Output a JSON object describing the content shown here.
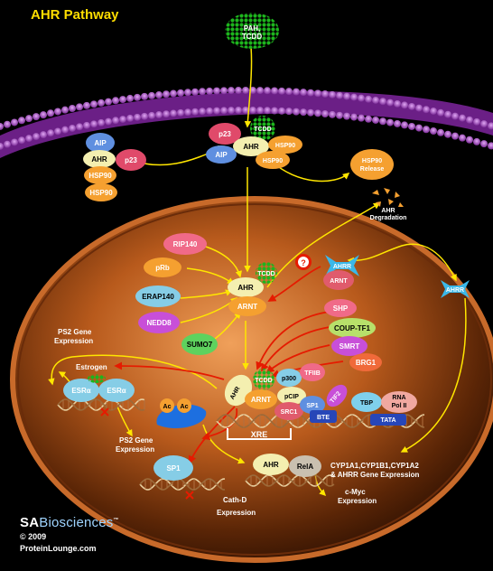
{
  "title": "AHR Pathway",
  "ligand": {
    "l1": "PAH,",
    "l2": "TCDD"
  },
  "cyto": {
    "aip": "AIP",
    "ahr": "AHR",
    "hsp90": "HSP90",
    "p23": "p23",
    "tcdd": "TCDD",
    "hsp90_release_1": "HSP90",
    "hsp90_release_2": "Release",
    "deg_1": "AHR",
    "deg_2": "Degradation",
    "ahrr": "AHRR",
    "arnt": "ARNT",
    "question": "?"
  },
  "nucleus": {
    "rip140": "RIP140",
    "prb": "pRb",
    "erap140": "ERAP140",
    "nedd8": "NEDD8",
    "sumo7": "SUMO7",
    "ahr": "AHR",
    "arnt": "ARNT",
    "tcdd": "TCDD",
    "shp": "SHP",
    "couptf1": "COUP-TF1",
    "smrt": "SMRT",
    "brg1": "BRG1",
    "p300": "p300",
    "tfiib": "TFIIB",
    "pcip": "pCIP",
    "src1": "SRC1",
    "sp1": "SP1",
    "tif2": "TIF2",
    "tbp": "TBP",
    "rna1": "RNA",
    "rna2": "Pol II",
    "bte": "BTE",
    "tata": "TATA",
    "esr": "ESRα",
    "ac": "Ac",
    "xre": "XRE",
    "estrogen": "Estrogen",
    "ps2_top_1": "PS2 Gene",
    "ps2_top_2": "Expression",
    "ps2_bot_1": "PS2 Gene",
    "ps2_bot_2": "Expression",
    "sp1_low": "SP1",
    "ahr_low": "AHR",
    "rela": "RelA",
    "cathd_1": "Cath-D",
    "cathd_2": "Expression",
    "cmyc_1": "c-Myc",
    "cmyc_2": "Expression",
    "cyp_1": "CYP1A1,CYP1B1,CYP1A2",
    "cyp_2": "& AHRR Gene Expression"
  },
  "logo": {
    "sa": "SA",
    "bio": "Biosciences",
    "tm": "™",
    "copy": "©  2009",
    "site": "ProteinLounge.com"
  }
}
